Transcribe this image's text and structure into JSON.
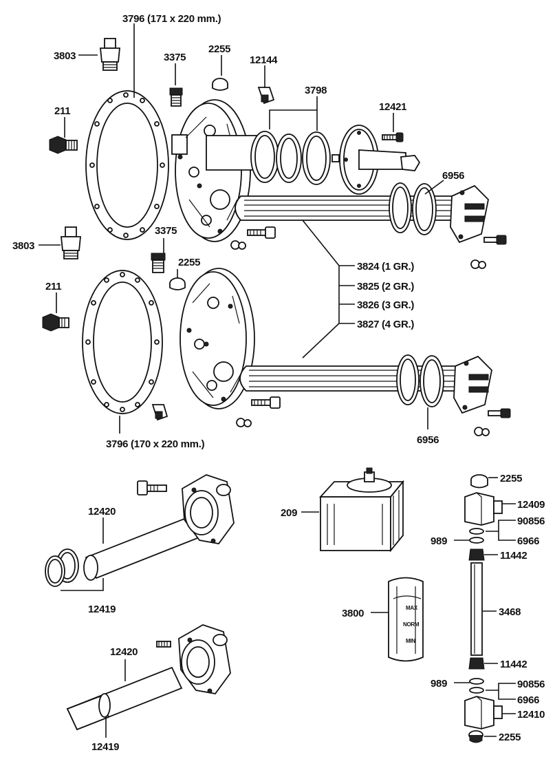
{
  "labels": {
    "gasket_upper": "3796 (171  x 220 mm.)",
    "gasket_lower": "3796 (170 x 220 mm.)",
    "valve_3803_a": "3803",
    "valve_3803_b": "3803",
    "nipple_211_a": "211",
    "nipple_211_b": "211",
    "plug_3375_a": "3375",
    "plug_3375_b": "3375",
    "cap_2255_a": "2255",
    "cap_2255_b": "2255",
    "elbow_12144": "12144",
    "rings_3798": "3798",
    "screw_12421": "12421",
    "ring_6956_a": "6956",
    "ring_6956_b": "6956",
    "element_1": "3824 (1 GR.)",
    "element_2": "3825 (2 GR.)",
    "element_3": "3826 (3 GR.)",
    "element_4": "3827 (4 GR.)",
    "tube_12420_a": "12420",
    "tube_12420_b": "12420",
    "ring_12419_a": "12419",
    "ring_12419_b": "12419",
    "switch_209": "209",
    "guard_3800": "3800",
    "gauge_cap_top": "2255",
    "gauge_cap_bottom": "2255",
    "gauge_valve_top": "12409",
    "gauge_valve_bottom": "12410",
    "washer_90856_a": "90856",
    "washer_90856_b": "90856",
    "seal_6966_a": "6966",
    "seal_6966_b": "6966",
    "oring_989_a": "989",
    "oring_989_b": "989",
    "nut_11442_a": "11442",
    "nut_11442_b": "11442",
    "glass_3468": "3468",
    "scale_max": "MAX",
    "scale_norm": "NORM",
    "scale_min": "MIN"
  }
}
